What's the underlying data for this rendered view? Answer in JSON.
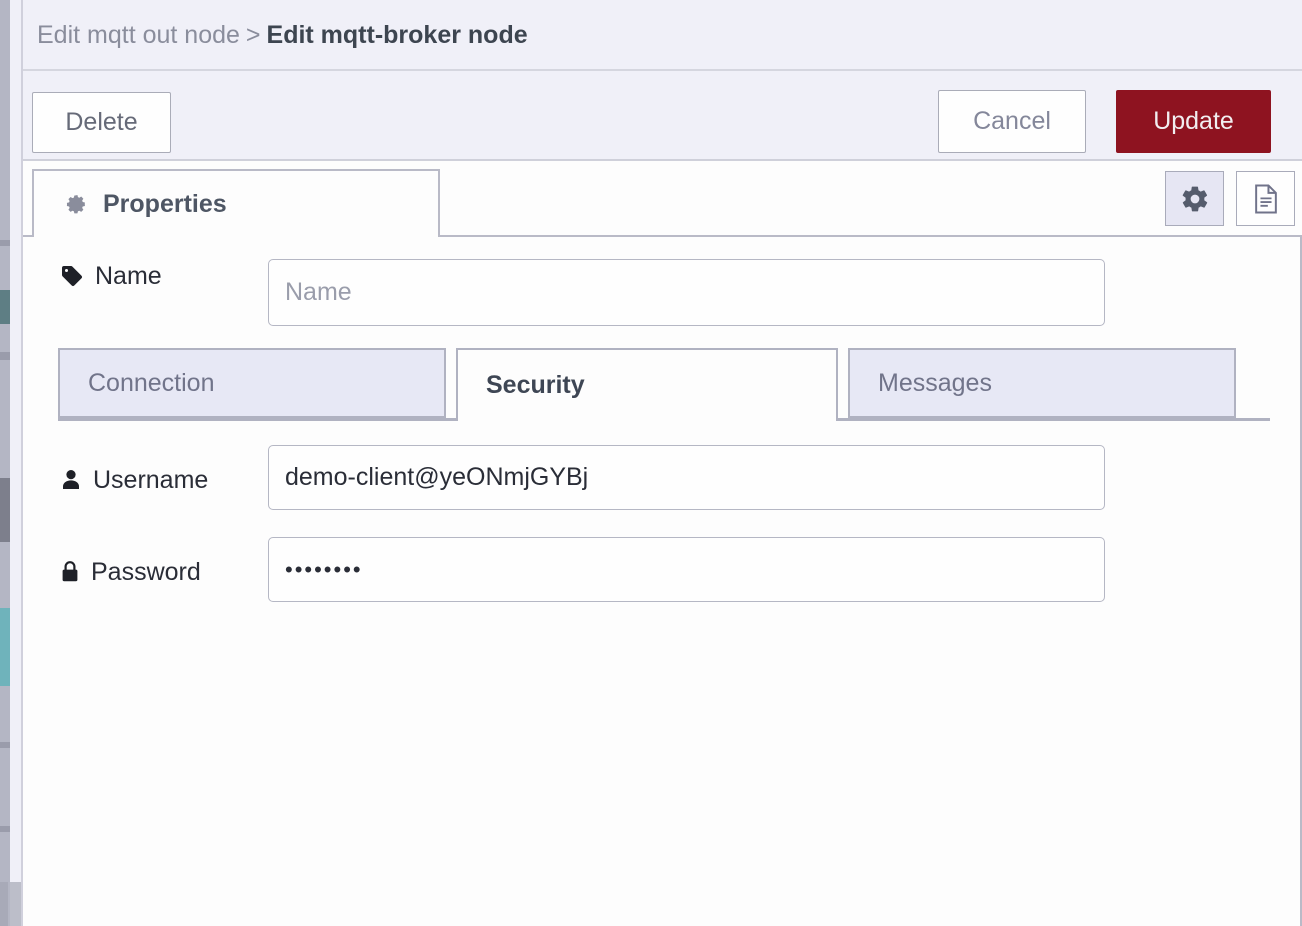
{
  "header": {
    "breadcrumb_parent": "Edit mqtt out node",
    "breadcrumb_separator": ">",
    "breadcrumb_current": "Edit mqtt-broker node"
  },
  "toolbar": {
    "delete_label": "Delete",
    "cancel_label": "Cancel",
    "update_label": "Update",
    "update_color": "#8e1320"
  },
  "tabs": {
    "properties_label": "Properties",
    "properties_icon": "gear-icon",
    "settings_icon": "gear-icon",
    "description_icon": "document-icon"
  },
  "form": {
    "name": {
      "label": "Name",
      "icon": "tag-icon",
      "value": "",
      "placeholder": "Name"
    },
    "username": {
      "label": "Username",
      "icon": "user-icon",
      "value": "demo-client@yeONmjGYBj",
      "placeholder": ""
    },
    "password": {
      "label": "Password",
      "icon": "lock-icon",
      "value": "••••••••",
      "placeholder": ""
    }
  },
  "subtabs": [
    {
      "label": "Connection",
      "active": false
    },
    {
      "label": "Security",
      "active": true
    },
    {
      "label": "Messages",
      "active": false
    }
  ],
  "colors": {
    "chrome_bg": "#f0f0f8",
    "panel_bg": "#fdfdfd",
    "border": "#b9bac7",
    "text_muted": "#8a8d9c",
    "text_strong": "#3d4550",
    "tab_inactive_bg": "#e7e8f5",
    "danger": "#8e1320"
  }
}
